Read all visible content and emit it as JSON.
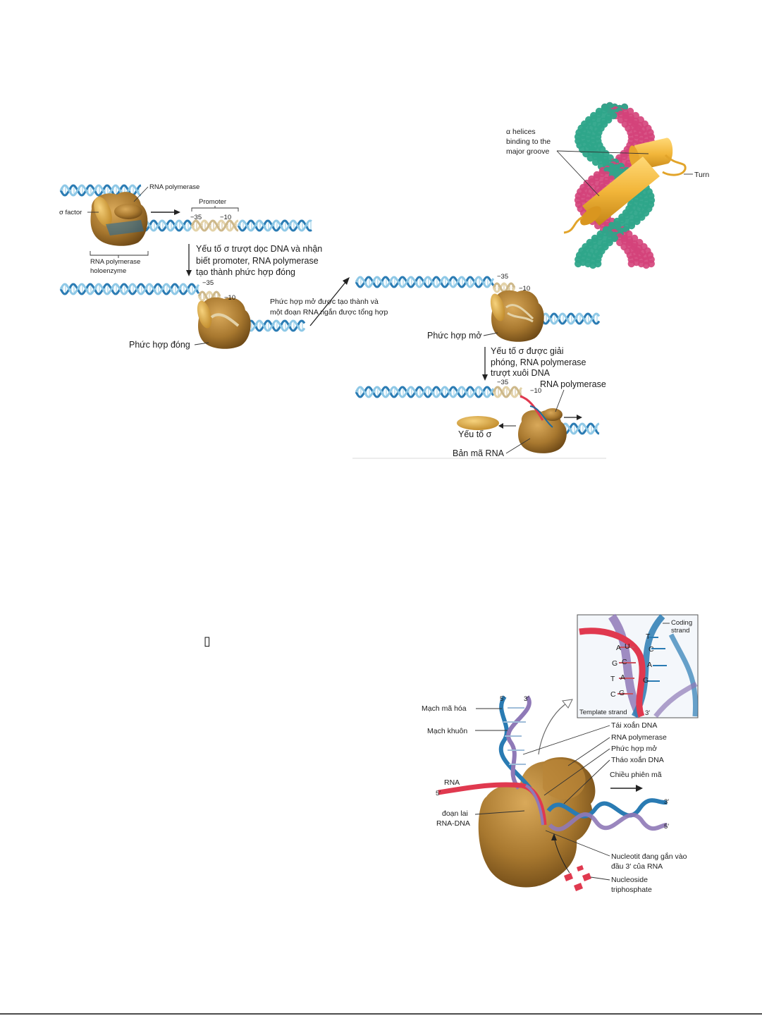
{
  "figure1": {
    "sigma_factor": "σ factor",
    "rna_polymerase_en": "RNA polymerase",
    "holoenzyme_line1": "RNA polymerase",
    "holoenzyme_line2": "holoenzyme",
    "promoter": "Promoter",
    "minus35": "−35",
    "minus10": "−10",
    "step1_line1": "Yếu tố σ trượt dọc DNA và nhận",
    "step1_line2": "biết promoter, RNA polymerase",
    "step1_line3": "tạo thành phức hợp đóng",
    "closed_complex": "Phức hợp đóng",
    "step2_line1": "Phức hợp mở được tạo thành và",
    "step2_line2": "một đoạn RNA ngắn được tổng hợp",
    "open_complex": "Phức hợp mở",
    "step3_line1": "Yếu tố σ được giải",
    "step3_line2": "phóng, RNA polymerase",
    "step3_line3": "trượt xuôi DNA",
    "rna_polymerase_vi": "RNA polymerase",
    "sigma_released": "Yếu tố σ",
    "rna_transcript": "Bản mã RNA"
  },
  "figure2": {
    "helices_line1": "α helices",
    "helices_line2": "binding to the",
    "helices_line3": "major groove",
    "turn": "Turn"
  },
  "placeholder_glyph": "▯",
  "figure3": {
    "coding_strand_line1": "Coding",
    "coding_strand_line2": "strand",
    "template_strand": "Template strand",
    "inset_bases": [
      "A",
      "U",
      "G",
      "C",
      "T",
      "A",
      "C",
      "G",
      "T",
      "C",
      "A",
      "G"
    ],
    "prime5": "5′",
    "prime3": "3′",
    "coding": "Mạch mã hóa",
    "template": "Mạch khuôn",
    "rna": "RNA",
    "hybrid_line1": "đoạn lai",
    "hybrid_line2": "RNA-DNA",
    "rewind": "Tái xoắn DNA",
    "rnap": "RNA polymerase",
    "open_complex": "Phức hợp mở",
    "unwind": "Tháo xoắn DNA",
    "direction": "Chiều phiên mã",
    "nucleotide_line1": "Nucleotit đang gắn vào",
    "nucleotide_line2": "đầu 3′ của RNA",
    "ntp_line1": "Nucleoside",
    "ntp_line2": "triphosphate"
  },
  "colors": {
    "dna_blue": "#2a7bb3",
    "dna_light": "#8ec8e6",
    "promoter_beige": "#e3d2a8",
    "enzyme_brown": "#a8782f",
    "sigma_gold": "#d9a441",
    "rna_red": "#e0394f",
    "template_purple": "#8f79b7",
    "helix_gold": "#f2b63a",
    "teal": "#2ea58a",
    "magenta": "#d4437a"
  }
}
